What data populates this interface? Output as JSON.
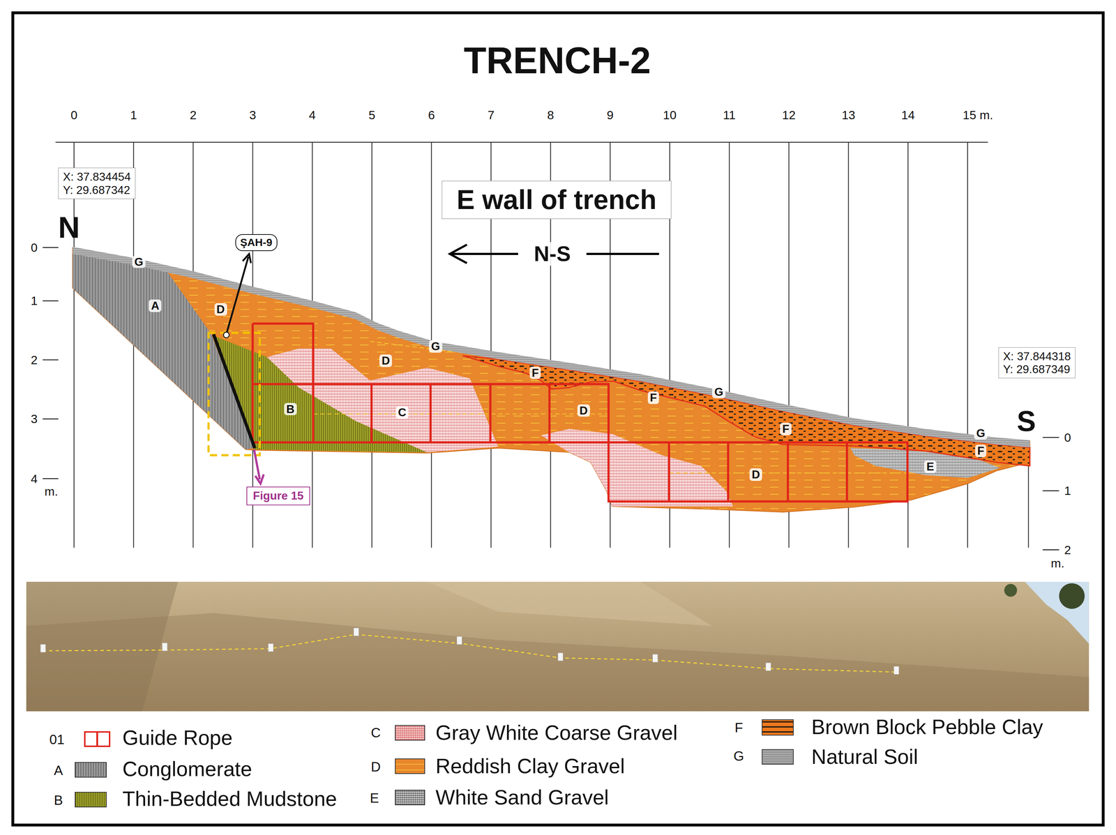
{
  "diagram": {
    "title": "TRENCH-2",
    "nodes": [
      {
        "text": [
          "X: 37.834454",
          "Y: 29.687342"
        ]
      },
      {
        "text": [
          "E wall of trench"
        ]
      },
      {
        "text": [
          "ŞAH-9"
        ]
      },
      {
        "text": [
          "X: 37.844318",
          "Y: 29.687349"
        ]
      },
      {
        "text": [
          "Figure 15"
        ]
      }
    ],
    "labels": [
      "0",
      "1",
      "2",
      "3",
      "4",
      "5",
      "6",
      "7",
      "8",
      "9",
      "10",
      "11",
      "12",
      "13",
      "14",
      "15 m.",
      "0",
      "1",
      "2",
      "3",
      "4",
      "m.",
      "0",
      "1",
      "2",
      "m.",
      "N",
      "N-S",
      "S",
      "G",
      "A",
      "D",
      "G",
      "D",
      "F",
      "G",
      "F",
      "B",
      "C",
      "D",
      "F",
      "G",
      "F",
      "E",
      "D",
      "01",
      "C",
      "F",
      "A",
      "D",
      "G",
      "B",
      "E"
    ],
    "legend": [
      {
        "text": "Guide Rope"
      },
      {
        "text": "Conglomerate",
        "color": "#9a9a9a"
      },
      {
        "text": "Thin-Bedded Mudstone",
        "color": "#a3a62a"
      },
      {
        "text": "Gray White Coarse Gravel",
        "color": "#f4c8c8"
      },
      {
        "text": "Reddish Clay Gravel",
        "color": "#e8872c"
      },
      {
        "text": "White Sand Gravel",
        "color": "#c4c4c4"
      },
      {
        "text": "Brown Block Pebble Clay",
        "color": "#ef7a1d"
      },
      {
        "text": "Natural Soil",
        "color": "#b4b4b4"
      }
    ]
  }
}
